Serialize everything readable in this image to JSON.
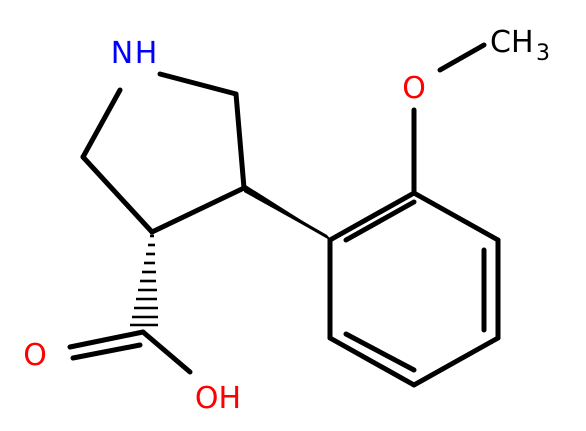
{
  "atoms": {
    "nh": "N",
    "h": "H",
    "methyl_c": "CH",
    "methyl_sub": "3",
    "ether_o": "O",
    "carbonyl_o": "O",
    "hydroxyl": "OH"
  },
  "colors": {
    "bond": "#000000",
    "nitrogen": "#0000ff",
    "oxygen": "#ff0000",
    "carbon_label": "#000000"
  }
}
